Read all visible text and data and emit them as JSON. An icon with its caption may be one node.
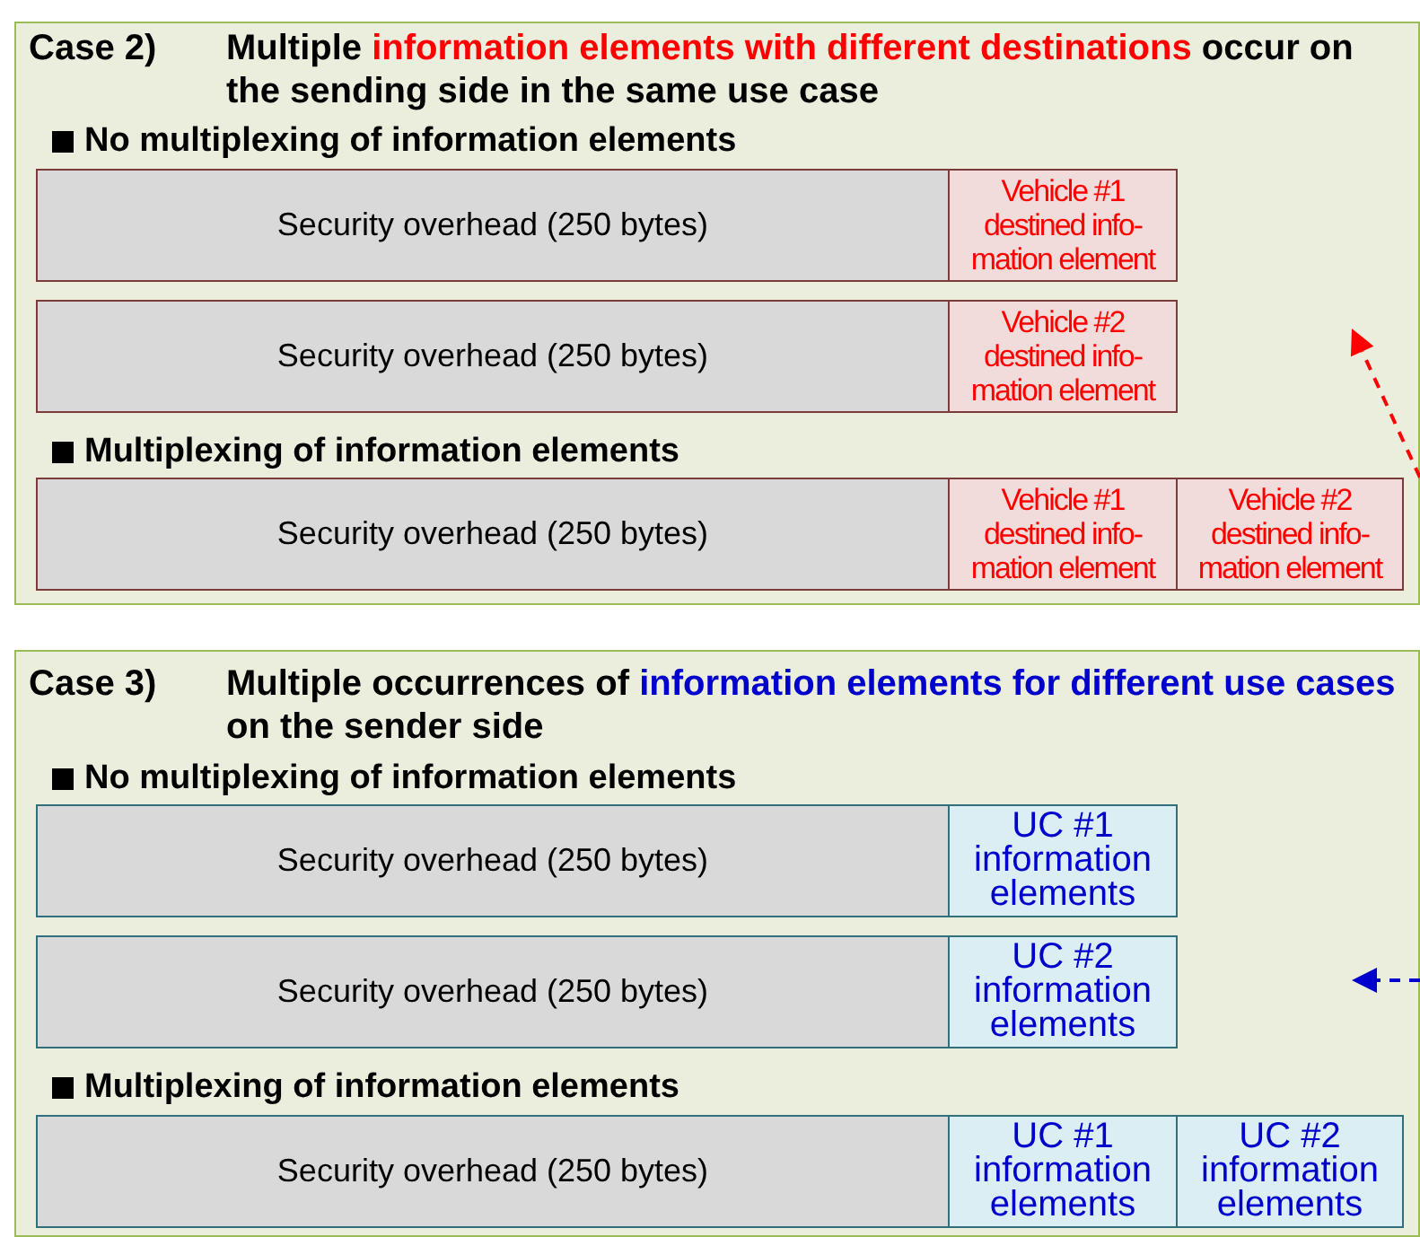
{
  "diagram": {
    "nodes": [
      {
        "text": [
          "Case 2)",
          "Multiple **information elements with different destinations** occur on the sending side in the same use case",
          "No multiplexing of information elements",
          "Multiplexing of information elements"
        ]
      },
      {
        "text": [
          "Security overhead (250 bytes)"
        ],
        "in": 0
      },
      {
        "text": [
          "Vehicle #1 destined info-mation element"
        ],
        "in": 0
      },
      {
        "text": [
          "Security overhead (250 bytes)"
        ],
        "in": 0
      },
      {
        "text": [
          "Vehicle #2 destined info-mation element"
        ],
        "in": 0
      },
      {
        "text": [
          "Security overhead (250 bytes)"
        ],
        "in": 0
      },
      {
        "text": [
          "Vehicle #1 destined info-mation element"
        ],
        "in": 0
      },
      {
        "text": [
          "Vehicle #2 destined info-mation element"
        ],
        "in": 0
      },
      {
        "text": [
          "Case 3)",
          "Multiple occurrences of **information elements for different use cases** on the sender side",
          "No multiplexing of information elements",
          "Multiplexing of information elements"
        ]
      },
      {
        "text": [
          "Security overhead (250 bytes)"
        ],
        "in": 8
      },
      {
        "text": [
          "UC #1 information elements"
        ],
        "in": 8
      },
      {
        "text": [
          "Security overhead (250 bytes)"
        ],
        "in": 8
      },
      {
        "text": [
          "UC #2 information elements"
        ],
        "in": 8
      },
      {
        "text": [
          "Security overhead (250 bytes)"
        ],
        "in": 8
      },
      {
        "text": [
          "UC #1 information elements"
        ],
        "in": 8
      },
      {
        "text": [
          "UC #2 information elements"
        ],
        "in": 8
      }
    ]
  }
}
